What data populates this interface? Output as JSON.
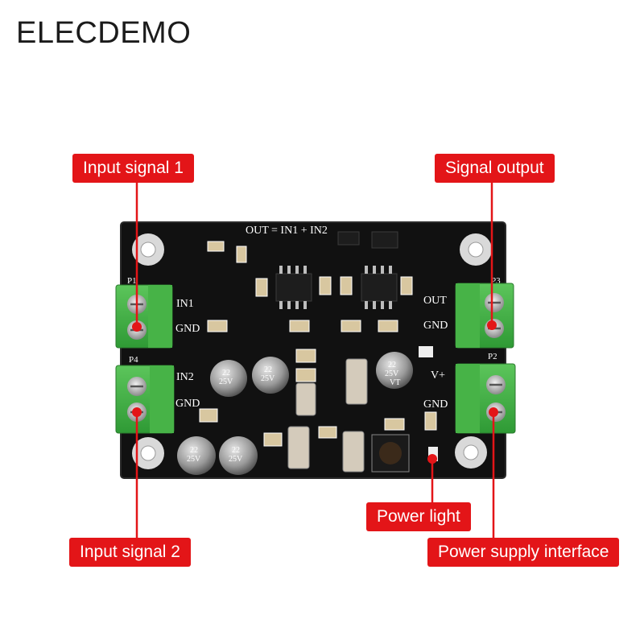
{
  "brand": "ELECDEMO",
  "callouts": {
    "input_signal_1": "Input signal 1",
    "signal_output": "Signal output",
    "input_signal_2": "Input signal 2",
    "power_light": "Power light",
    "power_supply_interface": "Power supply interface"
  },
  "board_silkscreen": {
    "formula": "OUT = IN1 + IN2",
    "in1": "IN1",
    "gnd": "GND",
    "in2": "IN2",
    "out": "OUT",
    "vplus": "V+",
    "p1": "P1",
    "p4": "P4",
    "p2": "P2",
    "p3": "P3",
    "cap_text": [
      "22",
      "25V",
      "VT"
    ]
  },
  "colors": {
    "callout_red": "#e31518",
    "terminal_green": "#3cb043",
    "pcb_black": "#111111",
    "screw_silver": "#c4c4c4"
  }
}
